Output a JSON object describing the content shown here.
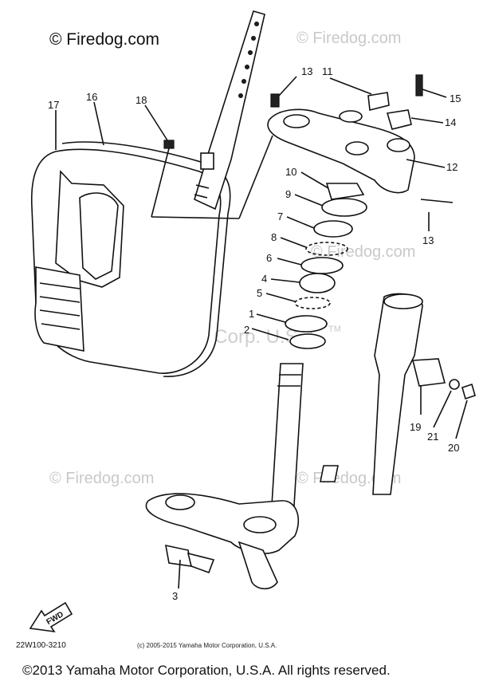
{
  "watermarks": {
    "top_left": "© Firedog.com",
    "repeat": "© Firedog.com",
    "center": "Yamaha Motor Corp. U.S.A."
  },
  "trademark": "TM",
  "callouts": [
    "1",
    "2",
    "3",
    "4",
    "5",
    "6",
    "7",
    "8",
    "9",
    "10",
    "11",
    "12",
    "13",
    "13",
    "14",
    "15",
    "16",
    "17",
    "18",
    "19",
    "20",
    "21"
  ],
  "fwd_label": "FWD",
  "diagram_code": "22W100-3210",
  "small_copyright": "(c) 2005-2015 Yamaha Motor Corporation, U.S.A.",
  "footer_copyright": "©2013 Yamaha Motor Corporation, U.S.A. All rights reserved."
}
